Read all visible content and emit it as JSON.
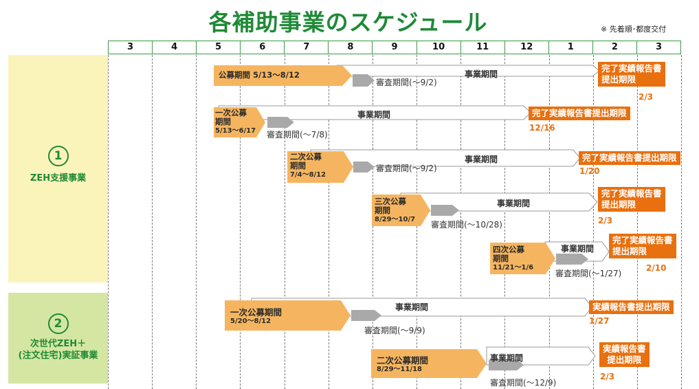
{
  "title": "各補助事業のスケジュール",
  "note": "※ 先着順･都度交付",
  "months": [
    "3",
    "4",
    "5",
    "6",
    "7",
    "8",
    "9",
    "10",
    "11",
    "12",
    "1",
    "2",
    "3"
  ],
  "colors": {
    "green": "#1e8a36",
    "band1": "#fbf4ba",
    "band2": "#d5e6a3",
    "orange_bar": "#f5b560",
    "gray": "#a9a9a9",
    "deadline": "#e8700f"
  },
  "bands": [
    {
      "num": "1",
      "label_lines": [
        "ZEH支援事業"
      ]
    },
    {
      "num": "2",
      "label_lines": [
        "次世代ZEH＋",
        "(注文住宅)実証事業"
      ]
    }
  ],
  "rows": [
    {
      "period_lines": [
        "公募期間 5/13〜8/12"
      ],
      "review": "審査期間(〜9/2)",
      "project": "事業期間",
      "deadline_lines": [
        "完了実績報告書",
        "提出期限"
      ],
      "deadline_date": "2/3"
    },
    {
      "period_lines": [
        "一次公募",
        "期間",
        "5/13〜6/17"
      ],
      "review": "審査期間(〜7/8)",
      "project": "事業期間",
      "deadline_lines": [
        "完了実績報告書提出期限"
      ],
      "deadline_date": "12/16"
    },
    {
      "period_lines": [
        "二次公募",
        "期間",
        "7/4〜8/12"
      ],
      "review": "審査期間(〜9/2)",
      "project": "事業期間",
      "deadline_lines": [
        "完了実績報告書提出期限"
      ],
      "deadline_date": "1/20"
    },
    {
      "period_lines": [
        "三次公募",
        "期間",
        "8/29〜10/7"
      ],
      "review": "審査期間(〜10/28)",
      "project": "事業期間",
      "deadline_lines": [
        "完了実績報告書",
        "提出期限"
      ],
      "deadline_date": "2/3"
    },
    {
      "period_lines": [
        "四次公募",
        "期間",
        "11/21〜1/6"
      ],
      "review": "審査期間(〜1/27)",
      "project": "事業期間",
      "deadline_lines": [
        "完了実績報告書",
        "提出期限"
      ],
      "deadline_date": "2/10"
    },
    {
      "period_lines": [
        "一次公募期間",
        "5/20〜8/12"
      ],
      "review": "審査期間(〜9/9)",
      "project": "事業期間",
      "deadline_lines": [
        "実績報告書提出期限"
      ],
      "deadline_date": "1/27"
    },
    {
      "period_lines": [
        "二次公募期間",
        "8/29〜11/18"
      ],
      "review": "審査期間(〜12/9)",
      "project": "事業期間",
      "deadline_lines": [
        "実績報告書",
        "提出期限"
      ],
      "deadline_date": "2/3"
    }
  ]
}
